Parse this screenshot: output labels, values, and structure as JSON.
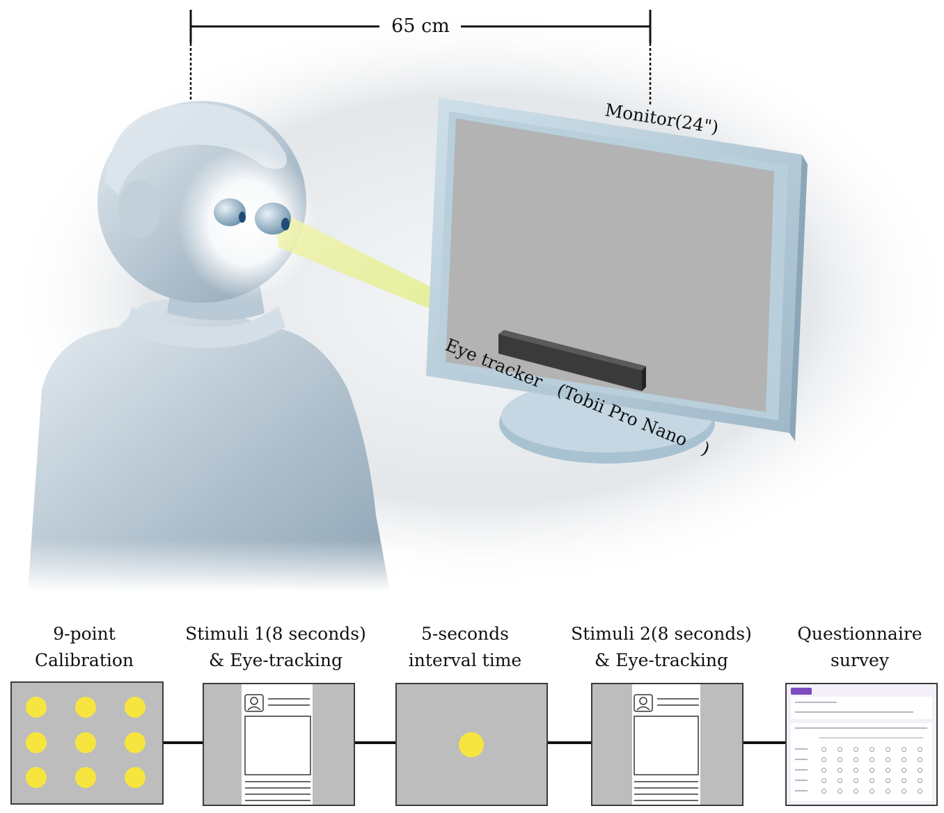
{
  "distance_label": "65 cm",
  "monitor_label": "Monitor(24\")",
  "eye_tracker_label": "Eye tracker　(Tobii Pro Nano　)",
  "steps": [
    {
      "line1": "9-point",
      "line2": "Calibration"
    },
    {
      "line1": "Stimuli 1(8 seconds)",
      "line2": "& Eye-tracking"
    },
    {
      "line1": "5-seconds",
      "line2": "interval time"
    },
    {
      "line1": "Stimuli 2(8 seconds)",
      "line2": "& Eye-tracking"
    },
    {
      "line1": "Questionnaire",
      "line2": "survey"
    }
  ],
  "colors": {
    "stimulus_dot": "#f7e53f",
    "panel_gray": "#bdbdbd",
    "gaze_beam": "#e6ef8c"
  }
}
